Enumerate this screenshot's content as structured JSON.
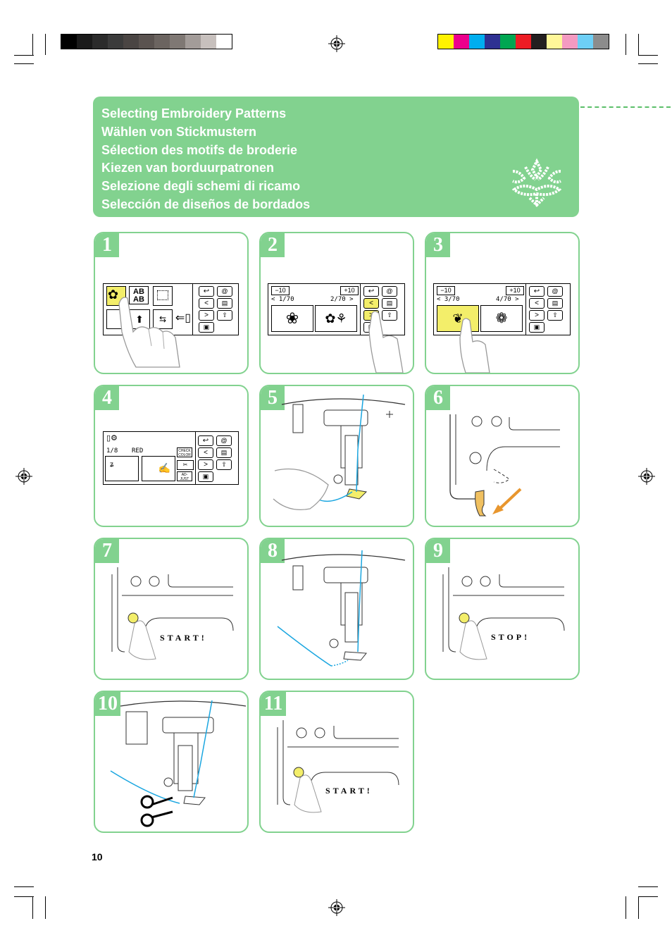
{
  "header": {
    "titles": [
      "Selecting Embroidery Patterns",
      "Wählen von Stickmustern",
      "Sélection des motifs de broderie",
      "Kiezen van borduurpatronen",
      "Selezione degli schemi di ricamo",
      "Selección de diseños de bordados"
    ]
  },
  "steps": [
    "1",
    "2",
    "3",
    "4",
    "5",
    "6",
    "7",
    "8",
    "9",
    "10",
    "11"
  ],
  "screen2": {
    "minus10": "−10",
    "plus10": "+10",
    "page_left": "< 1/70",
    "page_right": "2/70 >"
  },
  "screen3": {
    "minus10": "−10",
    "plus10": "+10",
    "page_left": "< 3/70",
    "page_right": "4/70 >"
  },
  "screen4": {
    "count": "1/8",
    "color": "RED",
    "check_color": "CHECK COLOR",
    "adjust": "AD- JUST"
  },
  "labels": {
    "start": "START!",
    "stop": "STOP!"
  },
  "page_number": "10",
  "colors": {
    "accent": "#82d28f",
    "highlight": "#f3ee6a",
    "thread": "#1aa6e0",
    "arrow": "#e8962e"
  },
  "color_bar_gray": [
    "#000000",
    "#1a1a1a",
    "#2b2b2b",
    "#3b3b3b",
    "#4a4543",
    "#5a5350",
    "#6b6460",
    "#7f7874",
    "#a39c99",
    "#c7c0bd",
    "#ffffff"
  ],
  "color_bar_cmyk": [
    "#fff200",
    "#ec008c",
    "#00aeef",
    "#2e3192",
    "#00a651",
    "#ed1c24",
    "#231f20",
    "#fff799",
    "#f49ac1",
    "#6dcff6",
    "#8c8c8c"
  ]
}
